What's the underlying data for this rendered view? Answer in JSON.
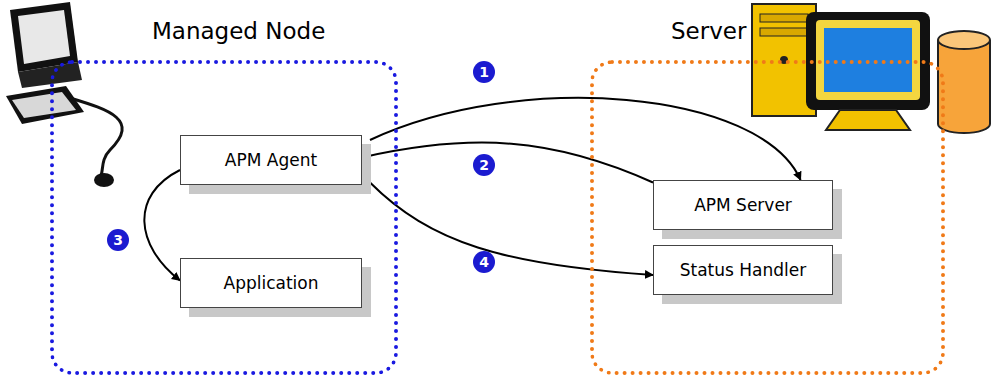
{
  "diagram": {
    "nodes": [
      {
        "text": [
          "Managed Node"
        ]
      },
      {
        "text": [
          "APM Agent"
        ],
        "in": 0
      },
      {
        "text": [
          "Application"
        ],
        "in": 0
      },
      {
        "text": [
          "Server"
        ]
      },
      {
        "text": [
          "APM Server"
        ],
        "in": 3
      },
      {
        "text": [
          "Status Handler"
        ],
        "in": 3
      }
    ],
    "edges": [
      {
        "from": 1,
        "to": 4,
        "arrow": "to"
      },
      {
        "from": 4,
        "to": 1,
        "arrow": "to"
      },
      {
        "from": 1,
        "to": 2,
        "arrow": "to"
      },
      {
        "from": 1,
        "to": 5,
        "arrow": "to"
      }
    ],
    "labels": [
      "1",
      "2",
      "3",
      "4"
    ]
  }
}
